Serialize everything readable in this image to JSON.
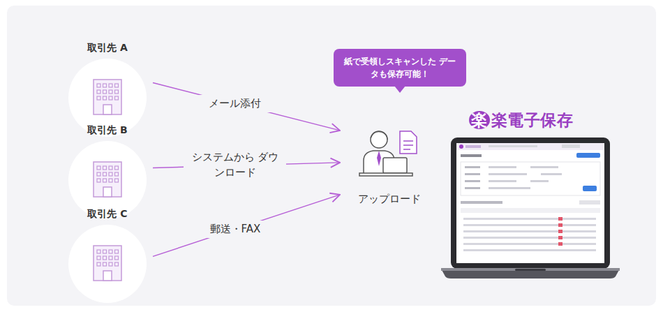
{
  "diagram": {
    "nodes": [
      {
        "text": [
          "取引先 A"
        ]
      },
      {
        "text": [
          "取引先 B"
        ]
      },
      {
        "text": [
          "取引先 C"
        ]
      },
      {
        "text": [
          "アップロード"
        ]
      },
      {
        "text": [
          "紙で受領しスキャンした データも保存可能！"
        ]
      }
    ],
    "edges": [
      {
        "from": 0,
        "to": 3,
        "label": "メール添付",
        "arrow": "to"
      },
      {
        "from": 1,
        "to": 3,
        "label": "システムから ダウンロード",
        "arrow": "to"
      },
      {
        "from": 2,
        "to": 3,
        "label": "郵送・FAX",
        "arrow": "to"
      }
    ],
    "labels": [
      "楽楽電子保存"
    ]
  }
}
